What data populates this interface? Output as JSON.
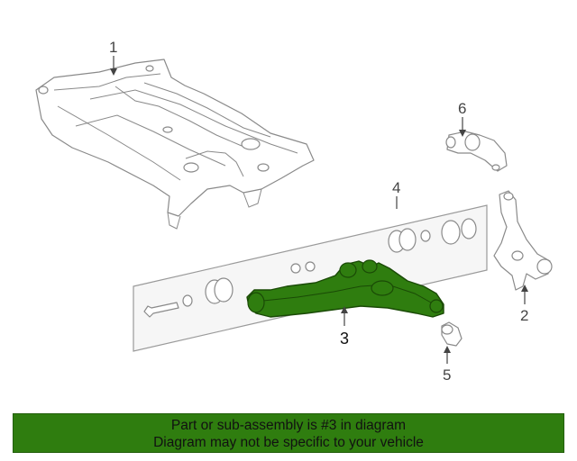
{
  "diagram": {
    "callouts": [
      {
        "id": "1",
        "label": "1"
      },
      {
        "id": "2",
        "label": "2"
      },
      {
        "id": "3",
        "label": "3"
      },
      {
        "id": "4",
        "label": "4"
      },
      {
        "id": "5",
        "label": "5"
      },
      {
        "id": "6",
        "label": "6"
      }
    ],
    "highlighted_part": "3",
    "colors": {
      "highlight": "#2f7d0f",
      "line": "#8a8a8a",
      "banner": "#2f7d0f"
    }
  },
  "banner": {
    "line1": "Part or sub-assembly is #3 in diagram",
    "line2": "Diagram may not be specific to your vehicle"
  }
}
